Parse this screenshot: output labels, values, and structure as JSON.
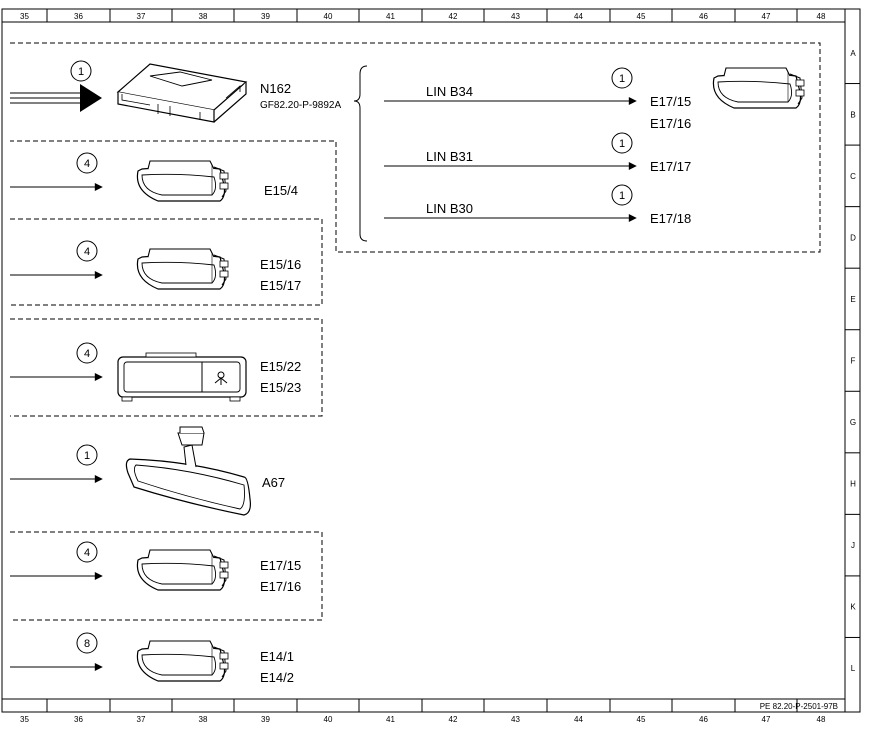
{
  "grid": {
    "columns": [
      "35",
      "36",
      "37",
      "38",
      "39",
      "40",
      "41",
      "42",
      "43",
      "44",
      "45",
      "46",
      "47",
      "48"
    ],
    "rows": [
      "A",
      "B",
      "C",
      "D",
      "E",
      "F",
      "G",
      "H",
      "J",
      "K",
      "L"
    ]
  },
  "footer_ref": "PE 82.20-P-2501-97B",
  "top": {
    "count": "1",
    "label": "N162",
    "sublabel": "GF82.20-P-9892A",
    "branches": [
      {
        "bus": "LIN B34",
        "count": "1",
        "targets": [
          "E17/15",
          "E17/16"
        ]
      },
      {
        "bus": "LIN B31",
        "count": "1",
        "targets": [
          "E17/17"
        ]
      },
      {
        "bus": "LIN B30",
        "count": "1",
        "targets": [
          "E17/18"
        ]
      }
    ]
  },
  "components": [
    {
      "count": "4",
      "icon": "lamp-icon",
      "labels": [
        "E15/4"
      ]
    },
    {
      "count": "4",
      "icon": "lamp-icon",
      "labels": [
        "E15/16",
        "E15/17"
      ]
    },
    {
      "count": "4",
      "icon": "switch-panel-icon",
      "labels": [
        "E15/22",
        "E15/23"
      ]
    },
    {
      "count": "1",
      "icon": "rearview-mirror-icon",
      "labels": [
        "A67"
      ]
    },
    {
      "count": "4",
      "icon": "lamp-icon",
      "labels": [
        "E17/15",
        "E17/16"
      ]
    },
    {
      "count": "8",
      "icon": "lamp-icon",
      "labels": [
        "E14/1",
        "E14/2"
      ]
    }
  ]
}
